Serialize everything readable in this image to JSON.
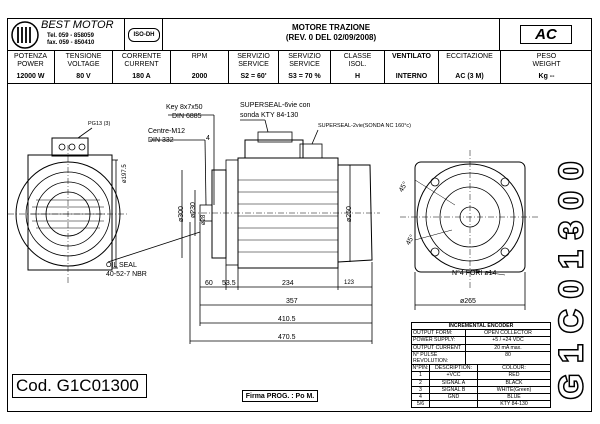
{
  "header": {
    "brand": "BEST MOTOR",
    "tel": "Tel. 059 - 858059",
    "fax": "fax. 059 - 850410",
    "iso": "ISO-DH",
    "title_line1": "MOTORE TRAZIONE",
    "title_line2": "(REV. 0 DEL 02/09/2008)",
    "type_badge": "AC"
  },
  "specs": [
    {
      "label": "POTENZA\nPOWER",
      "value": "12000 W"
    },
    {
      "label": "TENSIONE\nVOLTAGE",
      "value": "80 V"
    },
    {
      "label": "CORRENTE\nCURRENT",
      "value": "180 A"
    },
    {
      "label": "RPM",
      "value": "2000"
    },
    {
      "label": "SERVIZIO\nSERVICE",
      "value": "S2 = 60'"
    },
    {
      "label": "SERVIZIO\nSERVICE",
      "value": "S3 = 70 %"
    },
    {
      "label": "CLASSE\nISOL.",
      "value": "H"
    },
    {
      "label": "VENTILATO",
      "value": "INTERNO"
    },
    {
      "label": "ECCITAZIONE",
      "value": "AC (3 M)"
    },
    {
      "label": "PESO\nWEIGHT",
      "value": "Kg --"
    }
  ],
  "annotations": {
    "pg": "PG13 (3)",
    "dia_1975": "ø197.5",
    "key": "Key 8x7x50",
    "din6885": "DIN 6885",
    "centre": "Centre-M12",
    "din332": "DIN 332",
    "four": "4",
    "superseal1": "SUPERSEAL-6vie con",
    "superseal1b": "sonda KTY 84-130",
    "superseal2": "SUPERSEAL-2vie(SONDA NC 160°c)",
    "dia300": "ø300",
    "dia230": "ø230",
    "dia28": "ø28",
    "dia250": "ø250",
    "oil1": "OIL SEAL",
    "oil2": "40-52-7 NBR",
    "d60": "60",
    "d535": "53.5",
    "d234": "234",
    "d123": "123",
    "d357": "357",
    "d4105": "410.5",
    "d4705": "470.5",
    "a45a": "45°",
    "a45b": "45°",
    "fori": "N°4 FORI ø14",
    "dia265": "ø265"
  },
  "encoder": {
    "title": "INCREMENTAL ENCODER",
    "rows": [
      {
        "k": "OUTPUT FORM:",
        "v": "OPEN COLLECTOR"
      },
      {
        "k": "POWER SUPPLY:",
        "v": "+5 / +24 VDC"
      },
      {
        "k": "OUTPUT CURRENT",
        "v": "20 mA max."
      },
      {
        "k": "N° PULSE REVOLUTION:",
        "v": "80"
      }
    ],
    "pin_header": {
      "n": "N°PIN:",
      "d": "DESCRIPTION:",
      "c": "COLOUR:"
    },
    "pins": [
      {
        "n": "1",
        "d": "+VCC",
        "c": "RED"
      },
      {
        "n": "2",
        "d": "SIGNAL A",
        "c": "BLACK"
      },
      {
        "n": "3",
        "d": "SIGNAL B",
        "c": "WHITE(Green)"
      },
      {
        "n": "4",
        "d": "GND",
        "c": "BLUE"
      },
      {
        "n": "5/6",
        "d": "",
        "c": "KTY 84-130"
      }
    ]
  },
  "footer": {
    "code": "Cod. G1C01300",
    "firma": "Firma PROG. : Po M.",
    "vertical_code": "G1C01300"
  }
}
